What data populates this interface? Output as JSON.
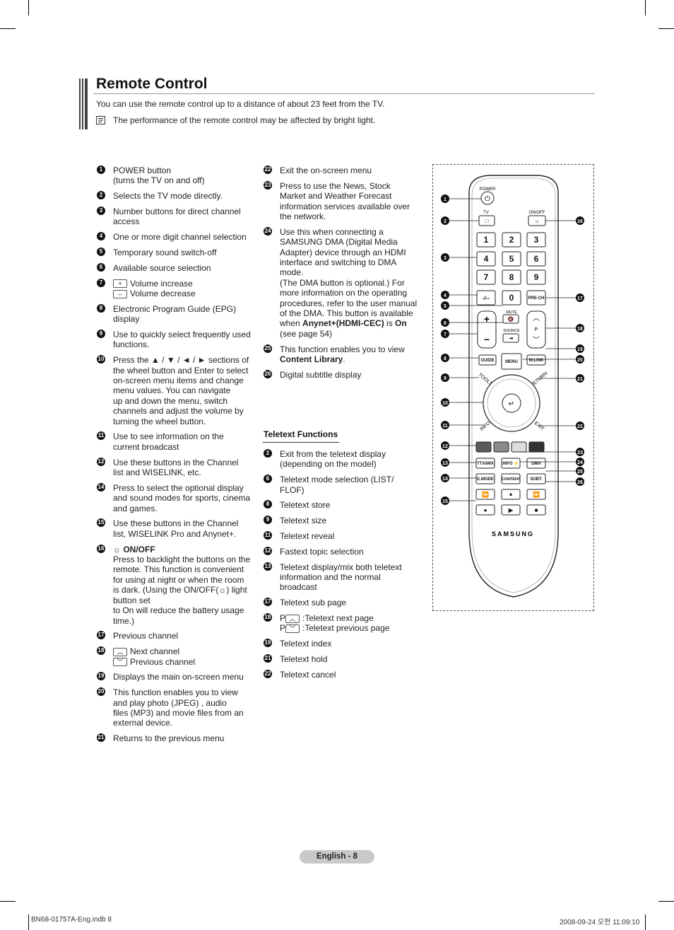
{
  "header": {
    "title": "Remote Control",
    "intro": "You can use the remote control up to a distance of about 23 feet from the TV.",
    "note": "The performance of the remote control may be affected by bright light."
  },
  "left_column": [
    {
      "num": "1",
      "text": "POWER button\n(turns the TV on and off)"
    },
    {
      "num": "2",
      "text": "Selects the TV mode directly."
    },
    {
      "num": "3",
      "text": "Number buttons for direct channel\naccess"
    },
    {
      "num": "4",
      "text": "One or more digit channel selection"
    },
    {
      "num": "5",
      "text": "Temporary sound switch-off"
    },
    {
      "num": "6",
      "text": "Available source selection"
    },
    {
      "num": "7",
      "text": "Volume increase",
      "text2": "Volume decrease"
    },
    {
      "num": "8",
      "text": "Electronic Program Guide (EPG)\ndisplay"
    },
    {
      "num": "9",
      "text": "Use to quickly select frequently used\nfunctions."
    },
    {
      "num": "10",
      "text": "Press the ▲ / ▼ / ◄ / ► sections of\nthe wheel button and Enter to select\non-screen menu items and change\nmenu values. You can navigate\nup and down the menu, switch\nchannels and adjust the volume by\nturning the wheel button."
    },
    {
      "num": "11",
      "text": "Use to see information on the\ncurrent broadcast"
    },
    {
      "num": "12",
      "text": "Use these buttons in the Channel\nlist and WISELINK, etc."
    },
    {
      "num": "14",
      "text": "Press to select the optional display\nand sound modes for sports, cinema\nand games."
    },
    {
      "num": "15",
      "text": "Use these buttons in the Channel\nlist, WISELINK Pro and Anynet+."
    },
    {
      "num": "16",
      "label": "ON/OFF",
      "text": "Press to backlight the buttons on the\nremote. This function is convenient\nfor using at night or when the room\nis dark. (Using the ON/OFF(",
      "text2": ") light button set\nto On will reduce the battery usage\ntime.)"
    },
    {
      "num": "17",
      "text": "Previous channel"
    },
    {
      "num": "18",
      "text": "Next channel",
      "text2": "Previous channel"
    },
    {
      "num": "19",
      "text": "Displays the main on-screen menu"
    },
    {
      "num": "20",
      "text": "This function enables you to view\nand play photo (JPEG) , audio\nfiles (MP3) and movie files from an\nexternal device."
    },
    {
      "num": "21",
      "text": "Returns to the previous menu"
    }
  ],
  "middle_column": [
    {
      "num": "22",
      "text": "Exit the on-screen menu"
    },
    {
      "num": "23",
      "text": "Press to use the News, Stock\nMarket and Weather Forecast\ninformation services available over\nthe network."
    },
    {
      "num": "24",
      "text": "Use this when connecting a\nSAMSUNG DMA (Digital Media\nAdapter) device through an HDMI\ninterface and switching to DMA\nmode.\n(The DMA button is optional.) For\nmore information on the operating\nprocedures, refer to the user manual\nof the DMA. This button is available\nwhen ",
      "bold1": "Anynet+(HDMI-CEC)",
      "mid": " is ",
      "bold2": "On",
      "tail": "\n(see page 54)"
    },
    {
      "num": "25",
      "text": "This function enables you to view\n",
      "bold1": "Content Library",
      "tail": "."
    },
    {
      "num": "26",
      "text": "Digital subtitle display"
    }
  ],
  "teletext": {
    "heading": "Teletext Functions",
    "items": [
      {
        "num": "2",
        "text": "Exit from the teletext display\n(depending on the model)"
      },
      {
        "num": "6",
        "text": "Teletext mode selection (LIST/\nFLOF)"
      },
      {
        "num": "8",
        "text": "Teletext store"
      },
      {
        "num": "9",
        "text": "Teletext size"
      },
      {
        "num": "11",
        "text": "Teletext reveal"
      },
      {
        "num": "12",
        "text": "Fastext topic selection"
      },
      {
        "num": "13",
        "text": "Teletext display/mix both teletext\ninformation and the normal\nbroadcast"
      },
      {
        "num": "17",
        "text": "Teletext sub page"
      },
      {
        "num": "18",
        "p": "P",
        "text": ":Teletext next page",
        "text2": ":Teletext previous page"
      },
      {
        "num": "19",
        "text": "Teletext index"
      },
      {
        "num": "21",
        "text": "Teletext hold"
      },
      {
        "num": "22",
        "text": "Teletext cancel"
      }
    ]
  },
  "remote": {
    "power_label": "POWER",
    "tv_label": "TV",
    "onoff_label": "ON/OFF",
    "digits": [
      "1",
      "2",
      "3",
      "4",
      "5",
      "6",
      "7",
      "8",
      "9"
    ],
    "dash": "-/--",
    "zero": "0",
    "prech": "PRE-CH",
    "mute": "MUTE",
    "source": "SOURCE",
    "p": "P",
    "guide": "GUIDE",
    "menu": "MENU",
    "wlink": "W.LINK",
    "tools": "TOOLS",
    "return": "RETURN",
    "info": "INFO",
    "exit": "EXIT",
    "ttx": "TTX/MIX",
    "info2": "INFO ⚡",
    "dma": "DMA",
    "emode": "E.MODE",
    "content": "CONTENT",
    "subt": "SUBT.",
    "brand": "SAMSUNG",
    "callouts_left": [
      "1",
      "2",
      "3",
      "4",
      "5",
      "6",
      "7",
      "8",
      "9",
      "10",
      "11",
      "12",
      "13",
      "14",
      "15"
    ],
    "callouts_right": [
      "16",
      "17",
      "18",
      "19",
      "20",
      "21",
      "22",
      "23",
      "24",
      "25",
      "26"
    ],
    "color_keys": [
      "#5a5a5a",
      "#8a8a8a",
      "#dcdcdc",
      "#333333"
    ]
  },
  "footer": {
    "page": "English - 8",
    "slug_left": "BN68-01757A-Eng.indb   8",
    "slug_right": "2008-09-24   오전 11:09:10"
  }
}
